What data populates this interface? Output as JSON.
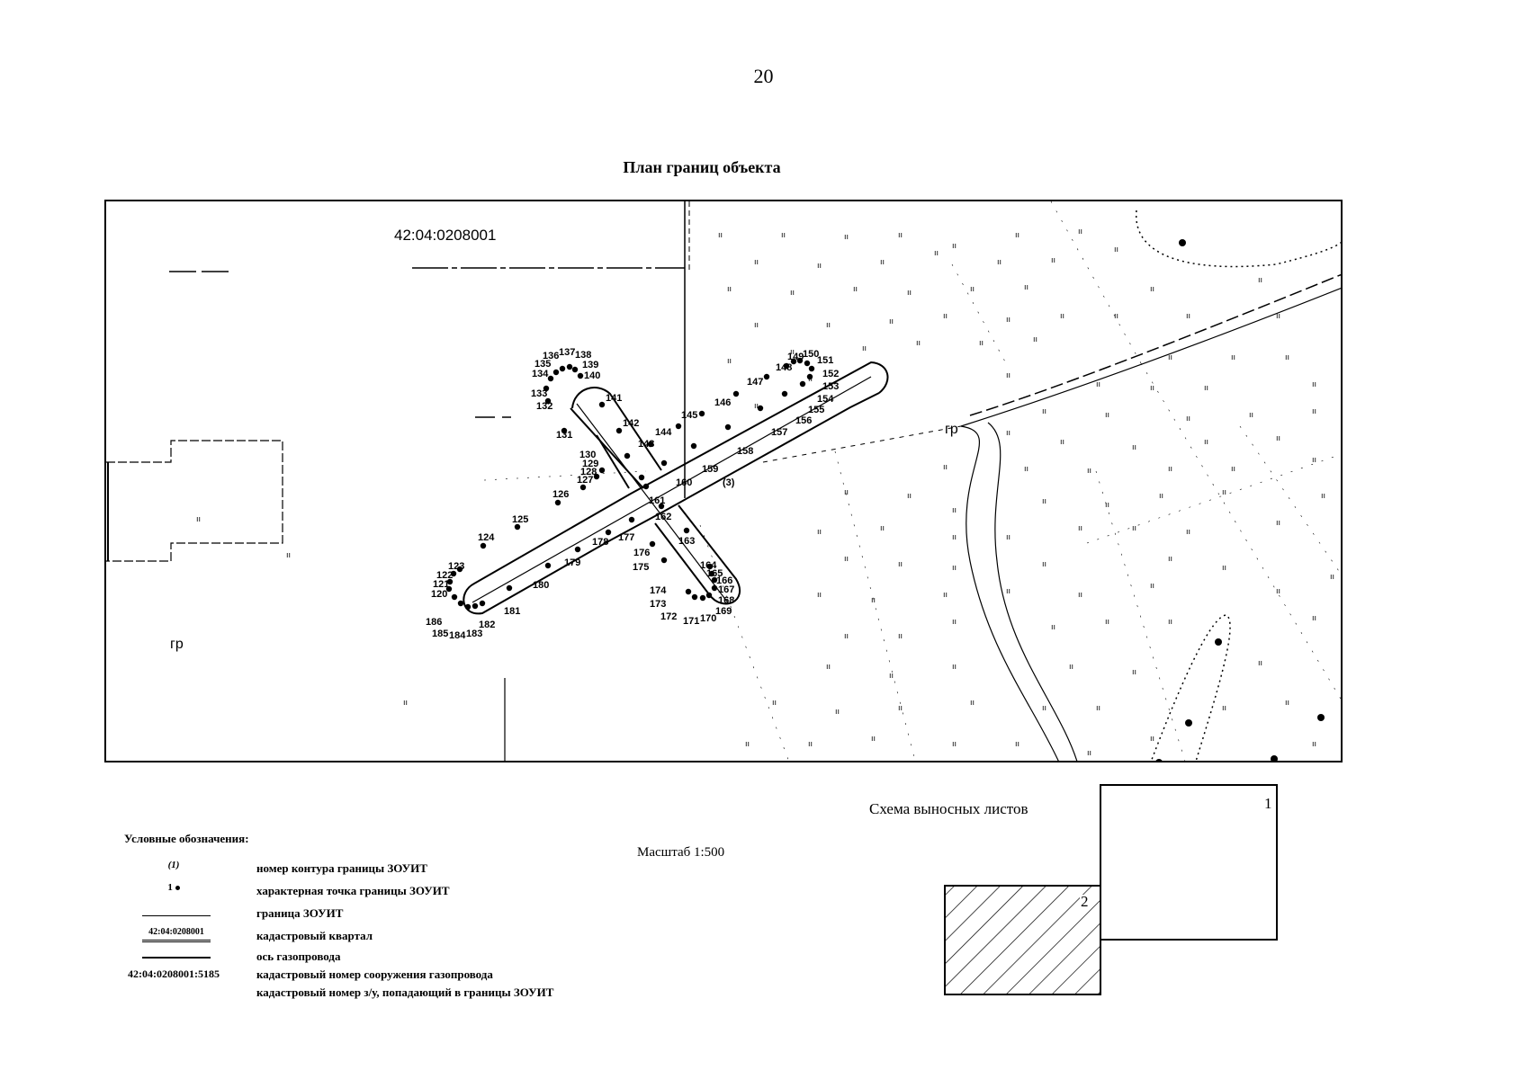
{
  "page_number": "20",
  "plan_title": "План границ объекта",
  "map": {
    "quarter_label": "42:04:0208001",
    "terrain_labels": [
      "гр",
      "гр"
    ],
    "contour_label": "(3)",
    "points": [
      "120",
      "121",
      "122",
      "123",
      "124",
      "125",
      "126",
      "127",
      "128",
      "129",
      "130",
      "131",
      "132",
      "133",
      "134",
      "135",
      "136",
      "137",
      "138",
      "139",
      "140",
      "141",
      "142",
      "143",
      "144",
      "145",
      "146",
      "147",
      "148",
      "149",
      "150",
      "151",
      "152",
      "153",
      "154",
      "155",
      "156",
      "157",
      "158",
      "159",
      "160",
      "161",
      "162",
      "163",
      "164",
      "165",
      "166",
      "167",
      "168",
      "169",
      "170",
      "171",
      "172",
      "173",
      "174",
      "175",
      "176",
      "177",
      "178",
      "179",
      "180",
      "181",
      "182",
      "183",
      "184",
      "185",
      "186"
    ]
  },
  "legend": {
    "title": "Условные обозначения:",
    "items": [
      {
        "symbol": "(1)",
        "text": "номер контура границы ЗОУИТ"
      },
      {
        "symbol": "1",
        "text": "характерная точка границы ЗОУИТ"
      },
      {
        "symbol": "",
        "text": "граница ЗОУИТ"
      },
      {
        "symbol": "42:04:0208001",
        "text": "кадастровый квартал"
      },
      {
        "symbol": "",
        "text": "ось газопровода"
      },
      {
        "symbol": "42:04:0208001:5185",
        "text": "кадастровый  номер сооружения газопровода"
      },
      {
        "symbol": "",
        "text": "кадастровый номер з/у, попадающий в границы ЗОУИТ"
      }
    ]
  },
  "scale": "Масштаб 1:500",
  "scheme": {
    "title": "Схема выносных листов",
    "sheets": [
      "1",
      "2"
    ]
  }
}
